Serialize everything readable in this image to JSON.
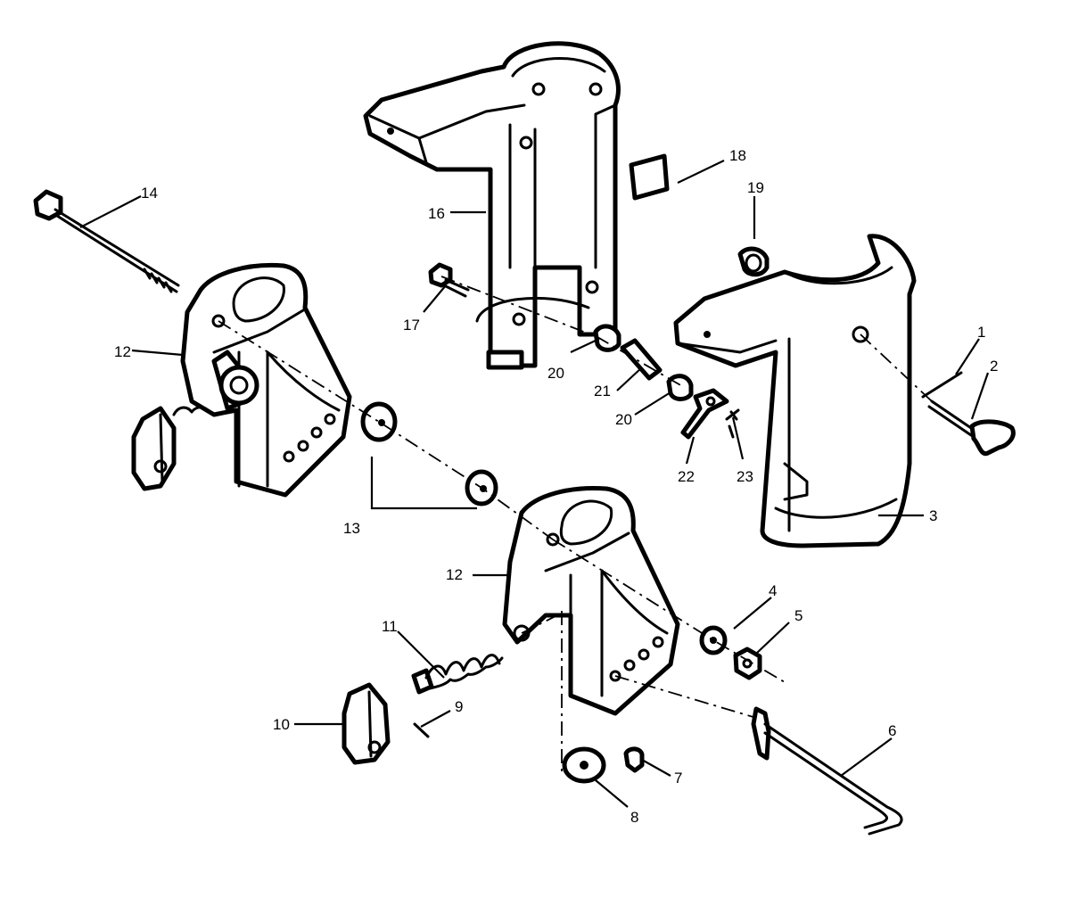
{
  "callouts": {
    "c1": "1",
    "c2": "2",
    "c3": "3",
    "c4": "4",
    "c5": "5",
    "c6": "6",
    "c7": "7",
    "c8": "8",
    "c9": "9",
    "c10": "10",
    "c11": "11",
    "c12a": "12",
    "c12b": "12",
    "c13": "13",
    "c14": "14",
    "c16": "16",
    "c17": "17",
    "c18": "18",
    "c19": "19",
    "c20a": "20",
    "c20b": "20",
    "c21": "21",
    "c22": "22",
    "c23": "23"
  }
}
